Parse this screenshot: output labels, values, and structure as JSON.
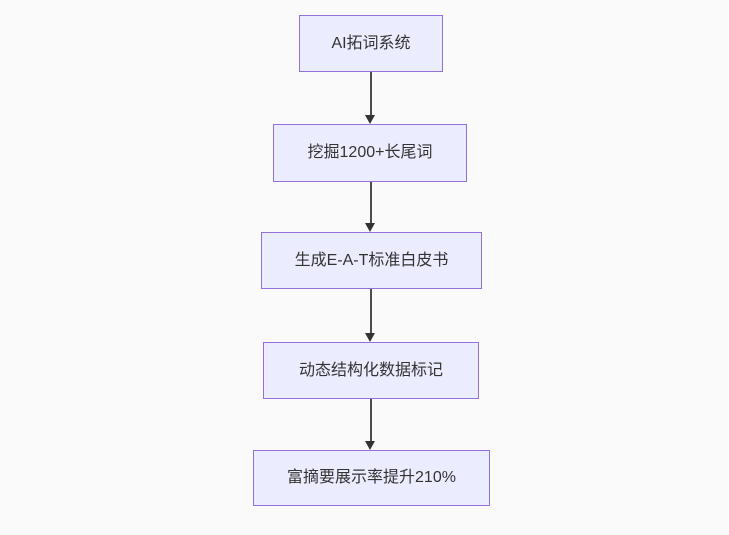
{
  "diagram": {
    "type": "flowchart",
    "direction": "top-down",
    "nodes": [
      {
        "id": "n1",
        "label": "AI拓词系统"
      },
      {
        "id": "n2",
        "label": "挖掘1200+长尾词"
      },
      {
        "id": "n3",
        "label": "生成E-A-T标准白皮书"
      },
      {
        "id": "n4",
        "label": "动态结构化数据标记"
      },
      {
        "id": "n5",
        "label": "富摘要展示率提升210%"
      }
    ],
    "edges": [
      {
        "from": "n1",
        "to": "n2"
      },
      {
        "from": "n2",
        "to": "n3"
      },
      {
        "from": "n3",
        "to": "n4"
      },
      {
        "from": "n4",
        "to": "n5"
      }
    ],
    "colors": {
      "background": "#FAFAFA",
      "node_fill": "#ECECFF",
      "node_border": "#9370DB",
      "text": "#333333",
      "arrow": "#333333",
      "arrow_line": "#4D4D4D"
    }
  }
}
